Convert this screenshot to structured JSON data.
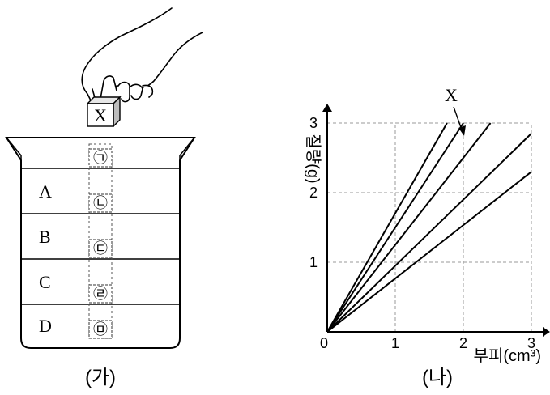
{
  "left_panel": {
    "caption": "(가)",
    "cube_label": "X",
    "layers": [
      {
        "label": "",
        "marker": "㉠"
      },
      {
        "label": "A",
        "marker": "㉡"
      },
      {
        "label": "B",
        "marker": "㉢"
      },
      {
        "label": "C",
        "marker": "㉣"
      },
      {
        "label": "D",
        "marker": "㉤"
      }
    ]
  },
  "right_panel": {
    "caption": "(나)",
    "chart_data": {
      "type": "line",
      "xlabel": "부피(cm³)",
      "ylabel": "질량(g)",
      "xlim": [
        0,
        3
      ],
      "ylim": [
        0,
        3
      ],
      "x_ticks": [
        "0",
        "1",
        "2",
        "3"
      ],
      "y_ticks": [
        "1",
        "2",
        "3"
      ],
      "grid": true,
      "annotation": "X",
      "series": [
        {
          "slope": 1.7,
          "points": [
            [
              0,
              0
            ],
            [
              1.76,
              3.0
            ]
          ]
        },
        {
          "slope": 1.5,
          "points": [
            [
              0,
              0
            ],
            [
              2.0,
              3.0
            ]
          ]
        },
        {
          "slope": 1.25,
          "points": [
            [
              0,
              0
            ],
            [
              2.4,
              3.0
            ]
          ]
        },
        {
          "slope": 0.95,
          "points": [
            [
              0,
              0
            ],
            [
              3.0,
              2.85
            ]
          ]
        },
        {
          "slope": 0.77,
          "points": [
            [
              0,
              0
            ],
            [
              3.0,
              2.3
            ]
          ]
        }
      ],
      "x_marked_series_index": 1
    }
  }
}
